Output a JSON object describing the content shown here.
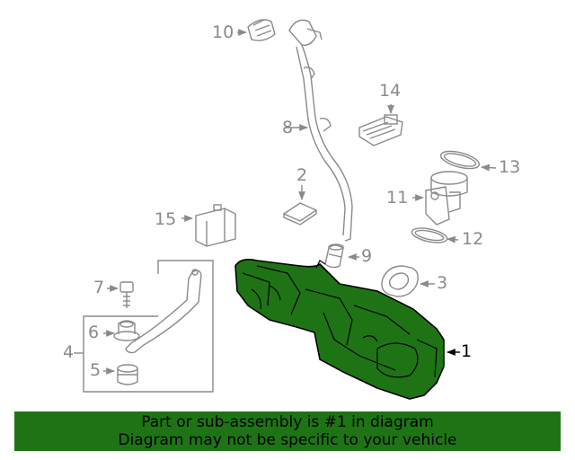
{
  "callouts": {
    "c1": "1",
    "c2": "2",
    "c3": "3",
    "c4": "4",
    "c5": "5",
    "c6": "6",
    "c7": "7",
    "c8": "8",
    "c9": "9",
    "c10": "10",
    "c11": "11",
    "c12": "12",
    "c13": "13",
    "c14": "14",
    "c15": "15"
  },
  "highlight_color": "#1e7414",
  "part_line_color": "#8a8a8a",
  "banner": {
    "line1": "Part or sub-assembly is #1 in diagram",
    "line2": "Diagram may not be specific to your vehicle"
  }
}
